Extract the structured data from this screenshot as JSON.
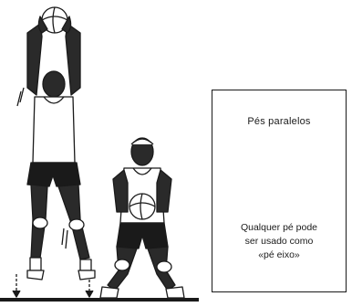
{
  "panel": {
    "title": "Pés paralelos",
    "caption_lines": [
      "Qualquer pé pode",
      "ser usado como",
      "«pé eixo»"
    ]
  },
  "colors": {
    "ink": "#1a1a1a",
    "paper": "#ffffff",
    "skin": "#2a2a2a",
    "hatch": "#8a8a8a"
  },
  "icons": {
    "jumping-player": "basketball-player-jump-shot",
    "stance-player": "basketball-player-triple-threat-stance",
    "left-foot": "footprint-left-hatched",
    "right-foot": "footprint-right-hatched"
  }
}
